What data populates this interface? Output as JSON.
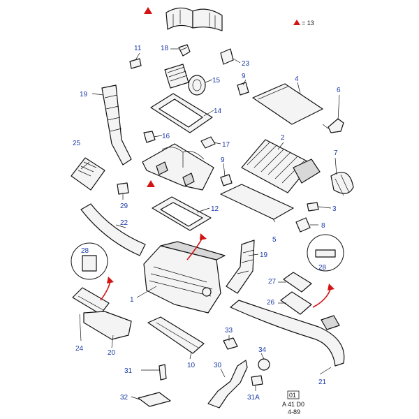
{
  "legend": {
    "marker_text": "= 13"
  },
  "callouts": [
    {
      "id": "c1",
      "label": "1"
    },
    {
      "id": "c2",
      "label": "2"
    },
    {
      "id": "c3",
      "label": "3"
    },
    {
      "id": "c4",
      "label": "4"
    },
    {
      "id": "c5",
      "label": "5"
    },
    {
      "id": "c6",
      "label": "6"
    },
    {
      "id": "c7",
      "label": "7"
    },
    {
      "id": "c8",
      "label": "8"
    },
    {
      "id": "c9a",
      "label": "9"
    },
    {
      "id": "c9b",
      "label": "9"
    },
    {
      "id": "c10",
      "label": "10"
    },
    {
      "id": "c11",
      "label": "11"
    },
    {
      "id": "c12",
      "label": "12"
    },
    {
      "id": "c14",
      "label": "14"
    },
    {
      "id": "c15",
      "label": "15"
    },
    {
      "id": "c16",
      "label": "16"
    },
    {
      "id": "c17",
      "label": "17"
    },
    {
      "id": "c18",
      "label": "18"
    },
    {
      "id": "c19a",
      "label": "19"
    },
    {
      "id": "c19b",
      "label": "19"
    },
    {
      "id": "c20",
      "label": "20"
    },
    {
      "id": "c21",
      "label": "21"
    },
    {
      "id": "c22",
      "label": "22"
    },
    {
      "id": "c23",
      "label": "23"
    },
    {
      "id": "c24",
      "label": "24"
    },
    {
      "id": "c25",
      "label": "25"
    },
    {
      "id": "c26",
      "label": "26"
    },
    {
      "id": "c27",
      "label": "27"
    },
    {
      "id": "c28a",
      "label": "28"
    },
    {
      "id": "c28b",
      "label": "28"
    },
    {
      "id": "c29",
      "label": "29"
    },
    {
      "id": "c30",
      "label": "30"
    },
    {
      "id": "c31",
      "label": "31"
    },
    {
      "id": "c31a",
      "label": "31A"
    },
    {
      "id": "c32",
      "label": "32"
    },
    {
      "id": "c33",
      "label": "33"
    },
    {
      "id": "c34",
      "label": "34"
    }
  ],
  "footer": {
    "box_code": "01",
    "ref_code": "A 41 D0",
    "date": "4-89"
  },
  "colors": {
    "callout": "#1a3aa8",
    "marker": "#d21414",
    "line": "#111111"
  }
}
